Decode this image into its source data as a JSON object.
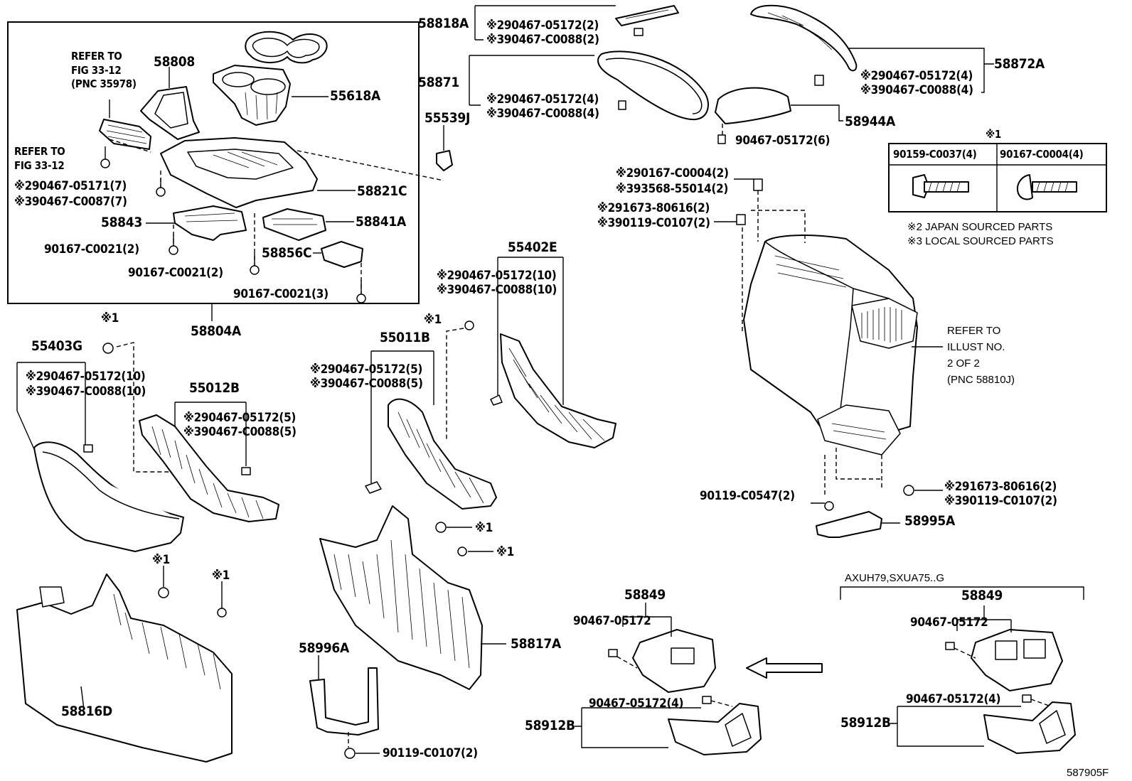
{
  "figure_id": "587905F",
  "legend": {
    "mark1_header": "※1",
    "col1_part": "90159-C0037(4)",
    "col2_part": "90167-C0004(4)",
    "note_japan": "※2 JAPAN SOURCED PARTS",
    "note_local": "※3 LOCAL SOURCED PARTS"
  },
  "variant_label": "AXUH79,SXUA75..G",
  "labels": {
    "p58818A": "58818A",
    "p58818A_a": "※290467-05172(2)",
    "p58818A_b": "※390467-C0088(2)",
    "p58872A": "58872A",
    "p58872A_a": "※290467-05172(4)",
    "p58872A_b": "※390467-C0088(4)",
    "p58871": "58871",
    "p58871_a": "※290467-05172(4)",
    "p58871_b": "※390467-C0088(4)",
    "p55539J": "55539J",
    "p58944A": "58944A",
    "p58944A_a": "90467-05172(6)",
    "refer1_l1": "REFER TO",
    "refer1_l2": "FIG 33-12",
    "refer1_l3": "(PNC 35978)",
    "p58808": "58808",
    "p55618A": "55618A",
    "refer2_l1": "REFER TO",
    "refer2_l2": "FIG 33-12",
    "p_l2_a": "※290467-05171(7)",
    "p_l2_b": "※390467-C0087(7)",
    "p58821C": "58821C",
    "p58843": "58843",
    "p58841A": "58841A",
    "p90167a": "90167-C0021(2)",
    "p58856C": "58856C",
    "p90167b": "90167-C0021(2)",
    "p90167c": "90167-C0021(3)",
    "p58804A": "58804A",
    "pr_a": "※290167-C0004(2)",
    "pr_b": "※393568-55014(2)",
    "pr_c": "※291673-80616(2)",
    "pr_d": "※390119-C0107(2)",
    "refer3_l1": "REFER TO",
    "refer3_l2": "ILLUST NO.",
    "refer3_l3": "2 OF 2",
    "refer3_l4": "(PNC 58810J)",
    "p90119_547": "90119-C0547(2)",
    "pr_e": "※291673-80616(2)",
    "pr_f": "※390119-C0107(2)",
    "p58995A": "58995A",
    "mk1_a": "※1",
    "p55403G": "55403G",
    "p55403G_a": "※290467-05172(10)",
    "p55403G_b": "※390467-C0088(10)",
    "p55012B": "55012B",
    "p55012B_a": "※290467-05172(5)",
    "p55012B_b": "※390467-C0088(5)",
    "p55402E": "55402E",
    "p55402E_a": "※290467-05172(10)",
    "p55402E_b": "※390467-C0088(10)",
    "mk1_b": "※1",
    "p55011B": "55011B",
    "p55011B_a": "※290467-05172(5)",
    "p55011B_b": "※390467-C0088(5)",
    "mk1_c": "※1",
    "mk1_d": "※1",
    "mk1_e": "※1",
    "mk1_f": "※1",
    "p58816D": "58816D",
    "p58817A": "58817A",
    "p58996A": "58996A",
    "p90119_107": "90119-C0107(2)",
    "p58849a": "58849",
    "p58849a_c": "90467-05172",
    "p58912Ba": "58912B",
    "p58912Ba_c": "90467-05172(4)",
    "p58849b": "58849",
    "p58849b_c": "90467-05172",
    "p58912Bb": "58912B",
    "p58912Bb_c": "90467-05172(4)"
  }
}
